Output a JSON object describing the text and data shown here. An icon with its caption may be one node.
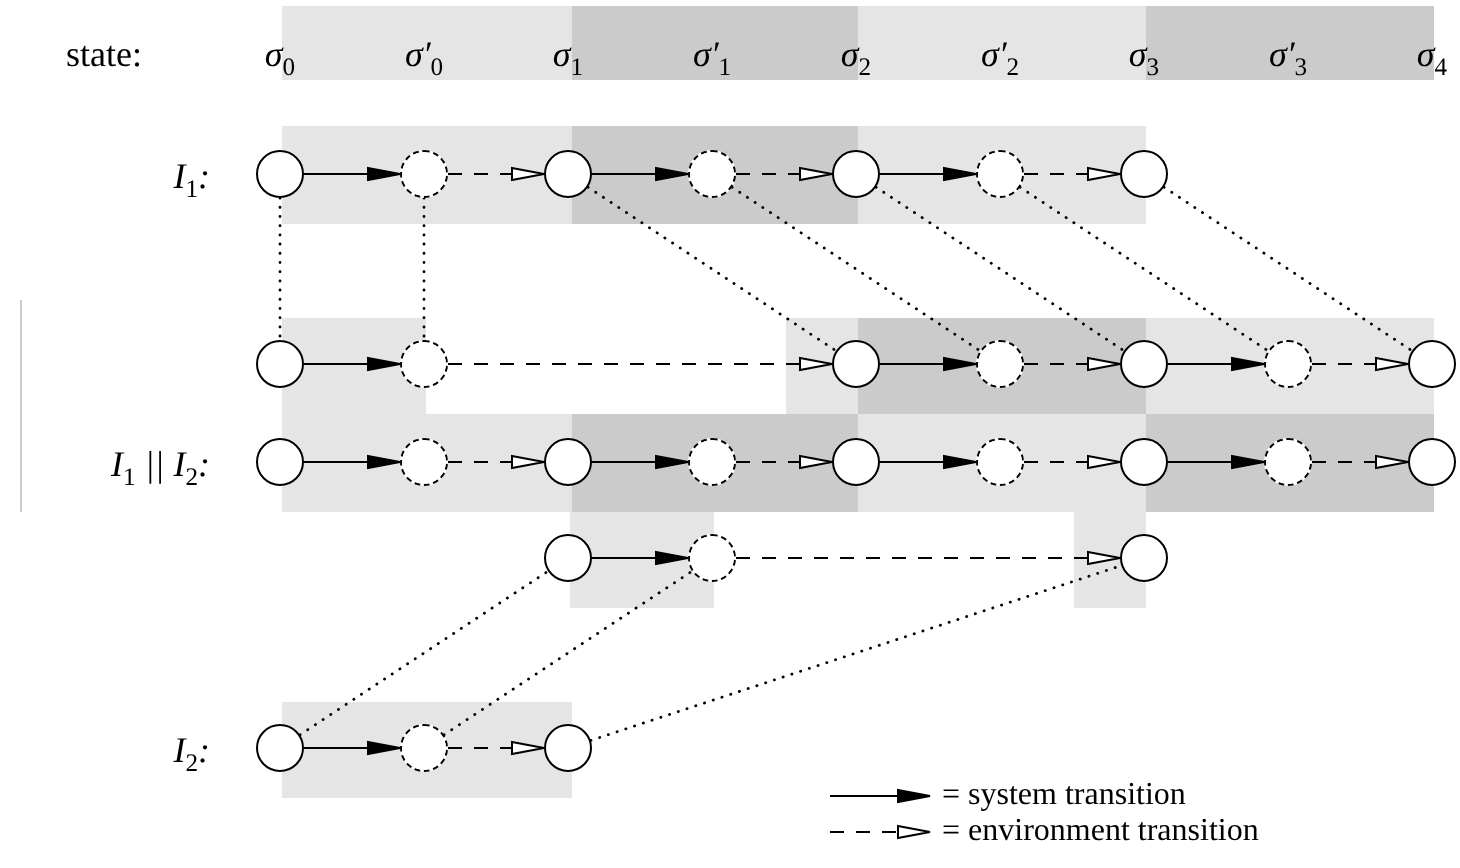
{
  "diagram": {
    "nodes": [
      {
        "text": [],
        "shape": "circle"
      },
      {
        "text": [],
        "shape": "circle"
      },
      {
        "text": [],
        "shape": "circle"
      },
      {
        "text": [],
        "shape": "circle"
      },
      {
        "text": [],
        "shape": "circle"
      },
      {
        "text": [],
        "shape": "circle"
      },
      {
        "text": [],
        "shape": "circle"
      },
      {
        "text": [],
        "shape": "circle"
      },
      {
        "text": [],
        "shape": "circle"
      },
      {
        "text": [],
        "shape": "circle"
      },
      {
        "text": [],
        "shape": "circle"
      },
      {
        "text": [],
        "shape": "circle"
      },
      {
        "text": [],
        "shape": "circle"
      },
      {
        "text": [],
        "shape": "circle"
      },
      {
        "text": [],
        "shape": "circle"
      },
      {
        "text": [],
        "shape": "circle"
      },
      {
        "text": [],
        "shape": "circle"
      },
      {
        "text": [],
        "shape": "circle"
      },
      {
        "text": [],
        "shape": "circle"
      },
      {
        "text": [],
        "shape": "circle"
      },
      {
        "text": [],
        "shape": "circle"
      },
      {
        "text": [],
        "shape": "circle"
      },
      {
        "text": [],
        "shape": "circle"
      },
      {
        "text": [],
        "shape": "circle"
      },
      {
        "text": [],
        "shape": "circle"
      },
      {
        "text": [],
        "shape": "circle"
      },
      {
        "text": [],
        "shape": "circle"
      },
      {
        "text": [],
        "shape": "circle"
      },
      {
        "text": [],
        "shape": "circle"
      }
    ],
    "edges": [
      {
        "from": 0,
        "to": 1,
        "arrow": "to"
      },
      {
        "from": 1,
        "to": 2,
        "arrow": "to",
        "style": "dashed"
      },
      {
        "from": 2,
        "to": 3,
        "arrow": "to"
      },
      {
        "from": 3,
        "to": 4,
        "arrow": "to",
        "style": "dashed"
      },
      {
        "from": 4,
        "to": 5,
        "arrow": "to"
      },
      {
        "from": 5,
        "to": 6,
        "arrow": "to",
        "style": "dashed"
      },
      {
        "from": 7,
        "to": 8,
        "arrow": "to"
      },
      {
        "from": 8,
        "to": 9,
        "arrow": "to",
        "style": "dashed"
      },
      {
        "from": 9,
        "to": 10,
        "arrow": "to"
      },
      {
        "from": 10,
        "to": 11,
        "arrow": "to",
        "style": "dashed"
      },
      {
        "from": 11,
        "to": 12,
        "arrow": "to"
      },
      {
        "from": 12,
        "to": 13,
        "arrow": "to",
        "style": "dashed"
      },
      {
        "from": 14,
        "to": 15,
        "arrow": "to"
      },
      {
        "from": 15,
        "to": 16,
        "arrow": "to",
        "style": "dashed"
      },
      {
        "from": 16,
        "to": 17,
        "arrow": "to"
      },
      {
        "from": 17,
        "to": 18,
        "arrow": "to",
        "style": "dashed"
      },
      {
        "from": 18,
        "to": 19,
        "arrow": "to"
      },
      {
        "from": 19,
        "to": 20,
        "arrow": "to",
        "style": "dashed"
      },
      {
        "from": 20,
        "to": 21,
        "arrow": "to"
      },
      {
        "from": 21,
        "to": 22,
        "arrow": "to",
        "style": "dashed"
      },
      {
        "from": 23,
        "to": 24,
        "arrow": "to"
      },
      {
        "from": 24,
        "to": 25,
        "arrow": "to",
        "style": "dashed"
      },
      {
        "from": 26,
        "to": 27,
        "arrow": "to"
      },
      {
        "from": 27,
        "to": 28,
        "arrow": "to",
        "style": "dashed"
      },
      {
        "from": 0,
        "to": 7,
        "arrow": "none",
        "style": "dashed"
      },
      {
        "from": 1,
        "to": 8,
        "arrow": "none",
        "style": "dashed"
      },
      {
        "from": 2,
        "to": 9,
        "arrow": "none",
        "style": "dashed"
      },
      {
        "from": 3,
        "to": 10,
        "arrow": "none",
        "style": "dashed"
      },
      {
        "from": 4,
        "to": 11,
        "arrow": "none",
        "style": "dashed"
      },
      {
        "from": 5,
        "to": 12,
        "arrow": "none",
        "style": "dashed"
      },
      {
        "from": 6,
        "to": 13,
        "arrow": "none",
        "style": "dashed"
      },
      {
        "from": 26,
        "to": 23,
        "arrow": "none",
        "style": "dashed"
      },
      {
        "from": 27,
        "to": 24,
        "arrow": "none",
        "style": "dashed"
      },
      {
        "from": 28,
        "to": 25,
        "arrow": "none",
        "style": "dashed"
      }
    ],
    "labels": [
      "state:",
      "σ$_{0}$",
      "σ′$_{0}$",
      "σ$_{1}$",
      "σ′$_{1}$",
      "σ$_{2}$",
      "σ′$_{2}$",
      "σ$_{3}$",
      "σ′$_{3}$",
      "σ$_{4}$",
      "I$_{1}$:",
      "I$_{1}$ || I$_{2}$:",
      "I$_{2}$:"
    ],
    "legend": [
      {
        "text": "= system transition"
      },
      {
        "text": "= environment transition"
      }
    ]
  }
}
